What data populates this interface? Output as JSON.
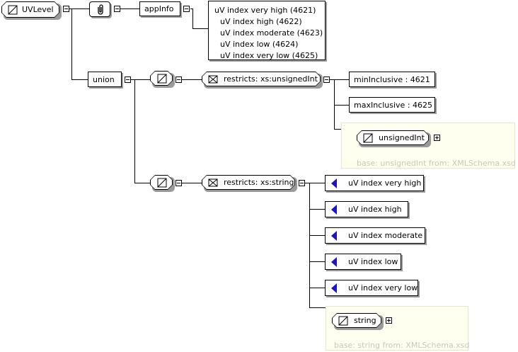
{
  "element": {
    "name": "UVLevel"
  },
  "annotation": {
    "app_info_label": "appInfo",
    "documentation_lines": [
      "uV index very high (4621)",
      "uV index high (4622)",
      "uV index moderate (4623)",
      "uV index low (4624)",
      "uV index very low (4625)"
    ]
  },
  "union": {
    "label": "union",
    "members": [
      {
        "restriction_label": "restricts: xs:unsignedInt",
        "facets": [
          "minInclusive : 4621",
          "maxInclusive : 4625"
        ],
        "base_type": "unsignedInt",
        "base_note": "base: unsignedInt from: XMLSchema.xsd"
      },
      {
        "restriction_label": "restricts: xs:string",
        "enumerations": [
          "uV index very high",
          "uV index high",
          "uV index moderate",
          "uV index low",
          "uV index very low"
        ],
        "base_type": "string",
        "base_note": "base: string from: XMLSchema.xsd"
      }
    ]
  }
}
